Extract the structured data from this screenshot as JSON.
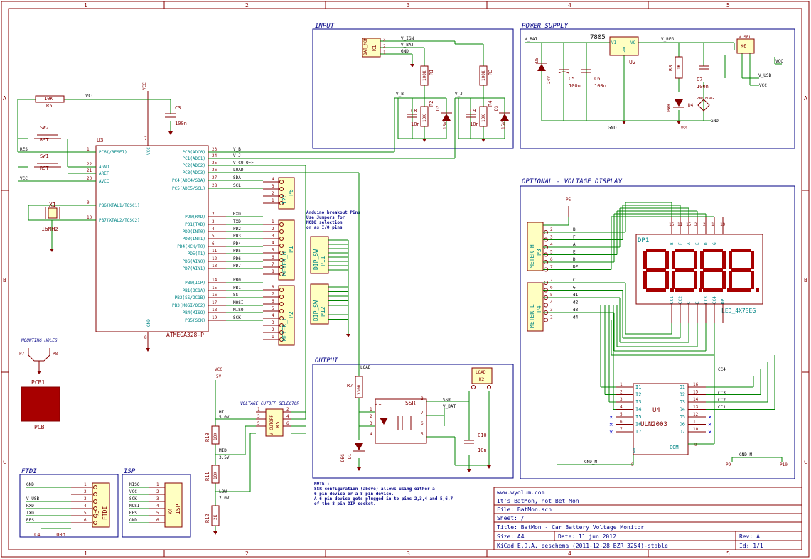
{
  "frame": {
    "cols": [
      "1",
      "2",
      "3",
      "4",
      "5"
    ],
    "rows": [
      "A",
      "B",
      "C"
    ]
  },
  "sections": {
    "input": "INPUT",
    "power": "POWER SUPPLY",
    "display": "OPTIONAL - VOLTAGE DISPLAY",
    "output": "OUTPUT",
    "ftdi": "FTDI",
    "isp": "ISP",
    "mounting": "MOUNTING HOLES",
    "cutoff": "VOLTAGE CUTOFF SELECTOR"
  },
  "mcu": {
    "ref": "U3",
    "value": "ATMEGA328-P",
    "pwr_pin_vcc": "VCC",
    "pwr_pin_gnd": "GND",
    "left_pins": [
      {
        "num": "1",
        "name": "PC6(/RESET)"
      },
      {
        "num": "21",
        "name": "AREF"
      },
      {
        "num": "22",
        "name": "AGND"
      },
      {
        "num": "20",
        "name": "AVCC"
      },
      {
        "num": "9",
        "name": "PB6(XTAL1/TOSC1)"
      },
      {
        "num": "10",
        "name": "PB7(XTAL2/TOSC2)"
      }
    ],
    "right_pins": [
      {
        "num": "23",
        "name": "PC0(ADC0)",
        "net": "V_B"
      },
      {
        "num": "24",
        "name": "PC1(ADC1)",
        "net": "V_J"
      },
      {
        "num": "25",
        "name": "PC2(ADC2)",
        "net": "V_CUTOFF"
      },
      {
        "num": "26",
        "name": "PC3(ADC3)",
        "net": "LOAD"
      },
      {
        "num": "27",
        "name": "PC4(ADC4/SDA)",
        "net": "SDA"
      },
      {
        "num": "28",
        "name": "PC5(ADC5/SCL)",
        "net": "SCL"
      },
      {
        "num": "2",
        "name": "PD0(RXD)",
        "net": "RXD"
      },
      {
        "num": "3",
        "name": "PD1(TXD)",
        "net": "TXD"
      },
      {
        "num": "4",
        "name": "PD2(INT0)",
        "net": "PD2"
      },
      {
        "num": "5",
        "name": "PD3(INT1)",
        "net": "PD3"
      },
      {
        "num": "6",
        "name": "PD4(XCK/T0)",
        "net": "PD4"
      },
      {
        "num": "11",
        "name": "PD5(T1)",
        "net": "PD5"
      },
      {
        "num": "12",
        "name": "PD6(AIN0)",
        "net": "PD6"
      },
      {
        "num": "13",
        "name": "PD7(AIN1)",
        "net": "PD7"
      },
      {
        "num": "14",
        "name": "PB0(ICP)",
        "net": "PB0"
      },
      {
        "num": "15",
        "name": "PB1(OC1A)",
        "net": "PB1"
      },
      {
        "num": "16",
        "name": "PB2(SS/OC1B)",
        "net": "SS"
      },
      {
        "num": "17",
        "name": "PB3(MOSI/OC2)",
        "net": "MOSI"
      },
      {
        "num": "18",
        "name": "PB4(MISO)",
        "net": "MISO"
      },
      {
        "num": "19",
        "name": "PB5(SCK)",
        "net": "SCK"
      }
    ]
  },
  "left": {
    "r5_ref": "R5",
    "r5_val": "10K",
    "vcc": "VCC",
    "res": "RES",
    "sw2": "SW2",
    "sw1": "SW1",
    "rst": "RST",
    "x1": "X1",
    "x1_val": "16MHz",
    "c3": "C3",
    "c3_val": "100n",
    "vcc_flag": "VCC"
  },
  "p6": {
    "ref": "P6",
    "val": "I2C",
    "pins": [
      "4",
      "3",
      "2",
      "1"
    ]
  },
  "p1": {
    "ref": "P1",
    "val": "METER_H",
    "pins": [
      "1",
      "2",
      "3",
      "4",
      "5",
      "6",
      "7",
      "8"
    ]
  },
  "p2": {
    "ref": "P2",
    "val": "METER_L",
    "pins": [
      "8",
      "7",
      "6",
      "5",
      "4",
      "3",
      "2",
      "1"
    ]
  },
  "dip": {
    "note_lines": [
      "Arduino breakout Pins",
      "Use Jumpers for",
      "MODE selection",
      "or as I/O pins"
    ],
    "p11": "P11",
    "p12": "P12",
    "val": "DIP_SW"
  },
  "input": {
    "k1": "K1",
    "k1_val": "BAT_MON",
    "nets": [
      "V_IGN",
      "V_BAT",
      "GND"
    ],
    "r1": "R1",
    "r1_val": "100K",
    "r3": "R3",
    "r3_val": "100K",
    "r2": "R2",
    "r2_val": "10K",
    "r4": "R4",
    "r4_val": "10K",
    "c8": "C8",
    "c8_val": "10n",
    "c9": "C9",
    "c9_val": "10n",
    "d2": "D2",
    "d2_val": "15V",
    "d3": "D3",
    "d3_val": "15V",
    "vb": "V_B",
    "vj": "V_J"
  },
  "power": {
    "vbat": "V_BAT",
    "reg": "7805",
    "u2": "U2",
    "vi": "VI",
    "vo": "VO",
    "gnd": "GND",
    "vreg": "V_REG",
    "d5": "D5",
    "d5_val": "24V",
    "c5": "C5",
    "c5_val": "100u",
    "c6": "C6",
    "c6_val": "100n",
    "c7": "C7",
    "c7_val": "100n",
    "r8": "R8",
    "r8_val": "1K",
    "d4": "D4",
    "d4_val": "PWR",
    "pwr_flag": "PWR_FLAG",
    "k6": "K6",
    "k6_val": "V_SEL",
    "vusb": "V_USB",
    "vcc": "VCC",
    "gnd_label": "GND",
    "vss": "VSS"
  },
  "display": {
    "p5": "P5",
    "p3": "P3",
    "p3_val": "METER_H",
    "p4": "P4",
    "p4_val": "METER_L",
    "p3_nets": [
      "B",
      "F",
      "A",
      "E",
      "D",
      "DP"
    ],
    "p4_nets": [
      "C",
      "G",
      "d1",
      "d2",
      "d3",
      "d4"
    ],
    "dp1": "DP1",
    "dp1_val": "LED_4X7SEG",
    "digits": [
      "1",
      "2",
      "3",
      "4"
    ],
    "top_pins": [
      "16",
      "11",
      "15",
      "3",
      "2",
      "1",
      "10",
      "5",
      "7",
      "13",
      "8",
      "12",
      "9"
    ],
    "top_labels": [
      "B",
      "F",
      "A",
      "E",
      "D",
      "G"
    ],
    "bottom_labels": [
      "CC1",
      "CC2",
      "C",
      "E",
      "CC3",
      "CC4",
      "DP"
    ],
    "u4": "U4",
    "u4_val": "ULN2003",
    "u4_inputs": [
      "I1",
      "I2",
      "I3",
      "I4",
      "I5",
      "I6",
      "I7"
    ],
    "u4_outputs": [
      "O1",
      "O2",
      "O3",
      "O4",
      "O5",
      "O6",
      "O7"
    ],
    "u4_in_nums": [
      "1",
      "2",
      "3",
      "4",
      "5",
      "6",
      "7"
    ],
    "u4_out_nums": [
      "16",
      "15",
      "14",
      "13",
      "12",
      "11",
      "10"
    ],
    "u4_gnd": "GND",
    "u4_com": "COM",
    "u4_com_num": "9",
    "u4_gnd_num": "8",
    "cc_nets": [
      "CC4",
      "CC3",
      "CC2",
      "CC1"
    ],
    "gnd_m": "GND_M",
    "p9": "P9",
    "p10": "P10"
  },
  "output": {
    "load": "LOAD",
    "r7": "R7",
    "r7_val": "330R",
    "j1": "J1",
    "ssr": "SSR",
    "ssr_net": "SSR",
    "vbat": "V_BAT",
    "k2": "K2",
    "k2_val": "LOAD",
    "c10": "C10",
    "c10_val": "10n",
    "d1": "D1",
    "d1_val": "DBG",
    "pins": [
      "1",
      "2",
      "3",
      "4",
      "5",
      "6",
      "7",
      "8"
    ],
    "note_lines": [
      "NOTE :",
      "SSR configuration (above) allows using either a",
      "6 pin device or a 8 pin device.",
      "A 6 pin device gets plugged in to pins 2,3,4 and 5,6,7",
      "of the 8 pin DIP socket."
    ]
  },
  "cutoff": {
    "vcc": "VCC",
    "vcc_val": "5V",
    "hi": "HI",
    "hi_val": "5.0V",
    "mid": "MID",
    "mid_val": "3.5V",
    "low": "LOW",
    "low_val": "2.0V",
    "r10": "R10",
    "r10_val": "10K",
    "r11": "R11",
    "r11_val": "10K",
    "r12": "R12",
    "r12_val": "2K",
    "k5": "K5",
    "k5_val": "V_CUTOFF"
  },
  "ftdi": {
    "ref": "K3",
    "val": "FTDI",
    "nets": [
      "GND",
      "",
      "V_USB",
      "RXD",
      "TXD",
      "RES"
    ],
    "c4": "C4",
    "c4_val": "100n"
  },
  "isp": {
    "ref": "K4",
    "val": "ISP",
    "nets": [
      "MISO",
      "VCC",
      "SCK",
      "MOSI",
      "RES",
      "GND"
    ]
  },
  "mount": {
    "p7": "P7",
    "p8": "P8",
    "pcb": "PCB1",
    "pcb_val": "PCB"
  },
  "title_block": {
    "url": "www.wyolum.com",
    "tagline": "It's BatMon, not Bet Mon",
    "file": "File: BatMon.sch",
    "sheet": "Sheet: /",
    "title": "Title: BatMon - Car Battery Voltage Monitor",
    "size": "Size: A4",
    "date": "Date: 11 jun 2012",
    "rev": "Rev: A",
    "tool": "KiCad E.D.A.  eeschema (2011-12-28 BZR 3254)-stable",
    "id": "Id: 1/1"
  },
  "colors": {
    "frame": "#870000",
    "wire": "#008400",
    "comp": "#840000",
    "label": "#000000",
    "pin": "#008484",
    "section": "#000084",
    "fill": "#ffffc2",
    "red": "#a80000"
  }
}
